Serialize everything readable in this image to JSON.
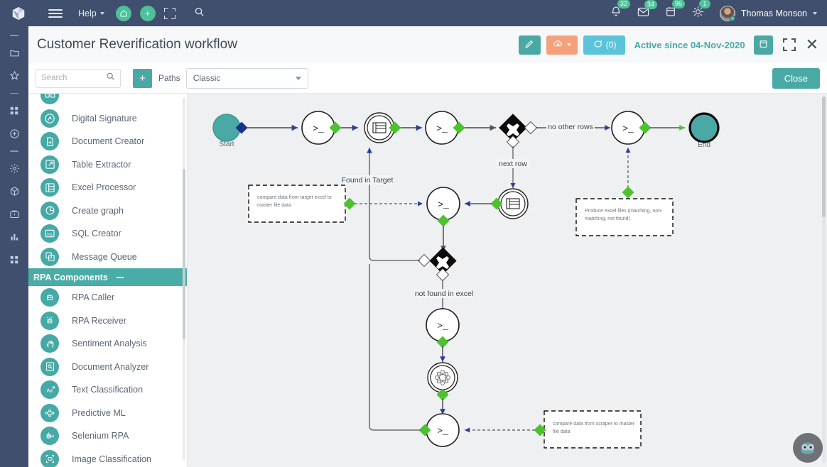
{
  "topbar": {
    "logo_icon": "cube-logo-icon",
    "menu_icon": "hamburger-menu-icon",
    "help_label": "Help",
    "home_icon": "home-icon",
    "add_icon": "plus-icon",
    "expand_icon": "fullscreen-icon",
    "search_icon": "search-icon",
    "notifications": [
      {
        "icon": "bell-icon",
        "count": "32"
      },
      {
        "icon": "envelope-icon",
        "count": "34"
      },
      {
        "icon": "calendar-icon",
        "count": "96"
      },
      {
        "icon": "brightness-icon",
        "count": "1"
      }
    ],
    "user_name": "Thomas Monson"
  },
  "rail": {
    "items": [
      {
        "icon": "dash-icon",
        "type": "sep"
      },
      {
        "icon": "folder-icon",
        "type": "icon"
      },
      {
        "icon": "star-icon",
        "type": "icon"
      },
      {
        "icon": "dash-icon",
        "type": "sep"
      },
      {
        "icon": "grid-icon",
        "type": "icon"
      },
      {
        "icon": "plus-circle-icon",
        "type": "icon"
      },
      {
        "icon": "dash-icon",
        "type": "sep"
      },
      {
        "icon": "gear-icon",
        "type": "icon"
      },
      {
        "icon": "cube-icon",
        "type": "icon"
      },
      {
        "icon": "briefcase-icon",
        "type": "icon"
      },
      {
        "icon": "bar-chart-icon",
        "type": "icon"
      },
      {
        "icon": "apps-grid-icon",
        "type": "icon"
      }
    ]
  },
  "header": {
    "title": "Customer Reverification workflow",
    "edit_icon": "pencil-icon",
    "download_icon": "cloud-download-icon",
    "download_caret_icon": "chevron-down-icon",
    "comments_label": "(0)",
    "comments_icon": "comment-icon",
    "active_since": "Active since 04-Nov-2020",
    "calendar_icon": "calendar-icon",
    "fullscreen_icon": "fullscreen-icon",
    "close_icon": "close-icon"
  },
  "toolbar": {
    "search_placeholder": "Search",
    "search_value": "",
    "search_icon": "search-icon",
    "add_label": "+",
    "paths_label": "Paths",
    "path_selected": "Classic",
    "path_options": [
      "Classic"
    ],
    "close_label": "Close"
  },
  "palette": {
    "items": [
      {
        "label": "Digital Signature",
        "icon": "digital-signature-icon"
      },
      {
        "label": "Document Creator",
        "icon": "document-creator-icon"
      },
      {
        "label": "Table Extractor",
        "icon": "table-extractor-icon"
      },
      {
        "label": "Excel Processor",
        "icon": "excel-processor-icon"
      },
      {
        "label": "Create graph",
        "icon": "pie-chart-icon"
      },
      {
        "label": "SQL Creator",
        "icon": "sql-creator-icon"
      },
      {
        "label": "Message Queue",
        "icon": "message-queue-icon"
      }
    ],
    "group_label": "RPA Components",
    "group_collapse_icon": "minus-icon",
    "rpa_items": [
      {
        "label": "RPA Caller",
        "icon": "robot-icon"
      },
      {
        "label": "RPA Receiver",
        "icon": "robot-antenna-icon"
      },
      {
        "label": "Sentiment Analysis",
        "icon": "head-thought-icon"
      },
      {
        "label": "Document Analyzer",
        "icon": "document-scan-icon"
      },
      {
        "label": "Text Classification",
        "icon": "text-aa-icon"
      },
      {
        "label": "Predictive ML",
        "icon": "neural-network-icon"
      },
      {
        "label": "Selenium RPA",
        "icon": "robot-board-icon"
      },
      {
        "label": "Image Classification",
        "icon": "image-frame-icon"
      }
    ]
  },
  "flow": {
    "start_label": "Start",
    "end_label": "End",
    "edge_labels": {
      "no_other_rows": "no other rows",
      "next_row": "next row",
      "found_in_target": "Found in Target",
      "not_found_in_excel": "not found in excel"
    },
    "notes": [
      {
        "id": "note-compare-target",
        "text_line1": "compare data from target excel to",
        "text_line2": "master file data"
      },
      {
        "id": "note-produce-excel",
        "text_line1": "Produce excel files (matching, non-",
        "text_line2": "matching, not found)"
      },
      {
        "id": "note-compare-scraper",
        "text_line1": "compare data from scraper to master",
        "text_line2": "file data"
      }
    ],
    "terminal_glyph": ">_",
    "gateway_glyph": "X"
  },
  "chat": {
    "icon": "owl-assistant-icon"
  },
  "colors": {
    "topbar": "#404f6d",
    "teal": "#4aa9a4",
    "accent_green": "#4ec09a",
    "orange": "#f4a07a",
    "blue": "#5bc3da",
    "canvas": "#eef0f2",
    "node_green": "#4cc32e",
    "start_fill": "#4aa9a4"
  }
}
